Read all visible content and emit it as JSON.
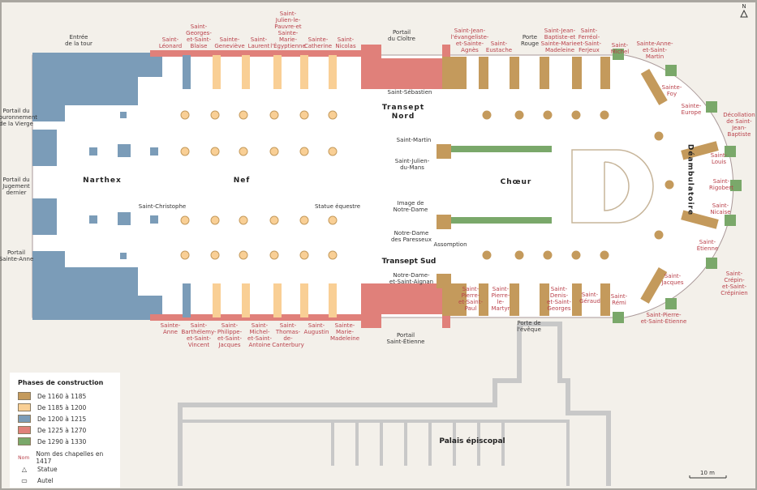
{
  "legend": {
    "title": "Phases de construction",
    "phases": [
      {
        "label": "De 1160 à 1185",
        "color": "#c49a5c"
      },
      {
        "label": "De 1185 à 1200",
        "color": "#f9cf95"
      },
      {
        "label": "De 1200 à 1215",
        "color": "#7b9cb8"
      },
      {
        "label": "De 1225 à 1270",
        "color": "#e0807a"
      },
      {
        "label": "De 1290 à 1330",
        "color": "#7aa86a"
      }
    ],
    "nom_sample": "Nom",
    "nom_label": "Nom des chapelles en 1417",
    "statue": "Statue",
    "autel": "Autel"
  },
  "north": "N",
  "scale": "10 m",
  "areas": {
    "narthex": "Narthex",
    "nef": "Nef",
    "choeur": "Chœur",
    "transept_nord": "Transept\nNord",
    "transept_sud": "Transept Sud",
    "deambulatoire": "Déambulatoire",
    "palais": "Palais épiscopal"
  },
  "portals": {
    "tour": "Entrée\nde la tour",
    "couronnement": "Portail du\nCouronnement\nde la Vierge",
    "jugement": "Portail du\nJugement\ndernier",
    "sainte_anne": "Portail\nSainte-Anne",
    "cloitre": "Portail\ndu Cloître",
    "etienne": "Portail\nSaint-Étienne",
    "rouge": "Porte\nRouge",
    "eveque": "Porte de\nl'évêque"
  },
  "chapels_north": [
    "Saint-\nLéonard",
    "Saint-\nGeorges-\net-Saint-\nBlaise",
    "Sainte-\nGeneviève",
    "Saint-\nLaurent",
    "Saint-\nJulien-le-\nPauvre-et\nSainte-\nMarie-\nl'Égyptienne",
    "Sainte-\nCatherine",
    "Saint-\nNicolas",
    "Saint-Jean-\nl'évangeliste-\net-Sainte-\nAgnès",
    "Saint-\nEustache",
    "Saint-Jean-\nBaptiste-et\nSainte-Marie-\nMadeleine",
    "Saint-\nFerréol-\net-Saint-\nFerjeux",
    "Saint-\nMichel",
    "Sainte-Anne-\net-Saint-\nMartin"
  ],
  "chapels_apse": [
    "Sainte-\nFoy",
    "Sainte-\nEurope",
    "Décollation\nde Saint-Jean-\nBaptiste",
    "Saint-\nLouis",
    "Saint-\nRigobert",
    "Saint-\nNicaise",
    "Saint-\nÉtienne",
    "Saint-\nJacques",
    "Saint-Crépin-\net-Saint-\nCrépinien",
    "Saint-Pierre-\net-Saint-Étienne"
  ],
  "chapels_south": [
    "Sainte-\nAnne",
    "Saint-\nBarthélemy-\net-Saint-\nVincent",
    "Saint-\nPhilippe-\net-Saint-\nJacques",
    "Saint-\nMichel-\net-Saint-\nAntoine",
    "Saint-\nThomas-\nde-\nCanterbury",
    "Saint-\nAugustin",
    "Sainte-\nMarie-\nMadeleine",
    "Saint-\nPierre-\net-Saint-\nPaul",
    "Saint-\nPierre-\nle-\nMartyr",
    "Saint-\nDenis-\net-Saint-\nGeorges",
    "Saint-\nGéraud",
    "Saint-\nRémi"
  ],
  "altars": [
    "Saint-Sébastien",
    "Saint-Martin",
    "Saint-Julien-\ndu-Mans",
    "Notre-Dame\ndes Paresseux",
    "Assomption",
    "Notre-Dame-\net-Saint-Aignan"
  ],
  "statues": [
    "Saint-Christophe",
    "Statue équestre",
    "Image de\nNotre-Dame"
  ]
}
